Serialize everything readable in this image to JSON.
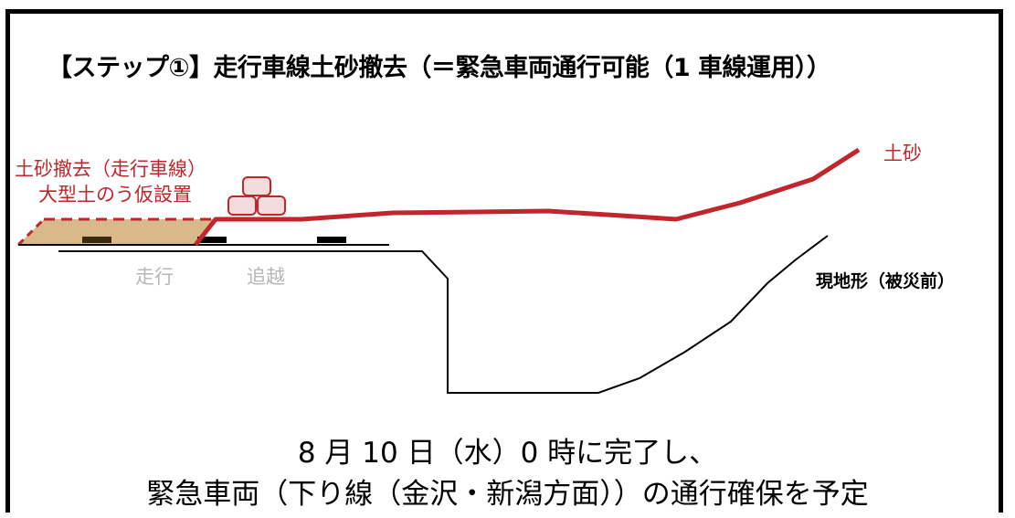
{
  "title": "【ステップ①】走行車線土砂撤去（＝緊急車両通行可能（1 車線運用））",
  "labels": {
    "removal_line1": "土砂撤去（走行車線）",
    "removal_line2": "大型土のう仮設置",
    "soil": "土砂",
    "lane_travel": "走行",
    "lane_overtake": "追越",
    "terrain": "現地形（被災前）"
  },
  "footer": {
    "line1": "8 月 10 日（水）0 時に完了し、",
    "line2": "緊急車両（下り線（金沢・新潟方面））の通行確保を予定"
  },
  "colors": {
    "soil_line": "#c0262b",
    "removed_area": "#d9b88a",
    "sandbag_fill": "#f4dcdc",
    "terrain_line": "#000000"
  }
}
